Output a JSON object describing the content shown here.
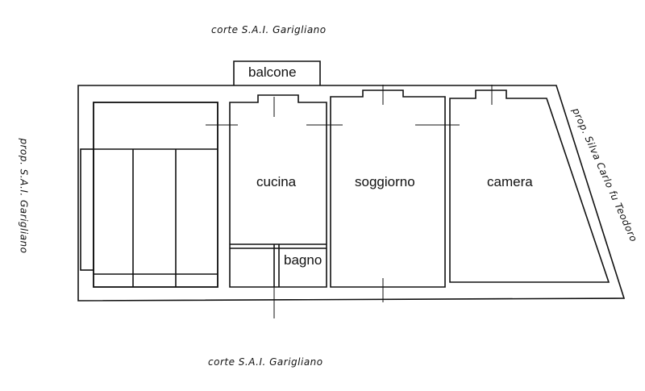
{
  "labels": {
    "top": "corte S.A.I. Garigliano",
    "bottom": "corte S.A.I. Garigliano",
    "left": "prop. S.A.I. Garigliano",
    "right": "prop. Silva Carlo fu Teodoro"
  },
  "rooms": {
    "balcony": "balcone",
    "kitchen": "cucina",
    "living": "soggiorno",
    "bedroom": "camera",
    "bathroom": "bagno"
  }
}
